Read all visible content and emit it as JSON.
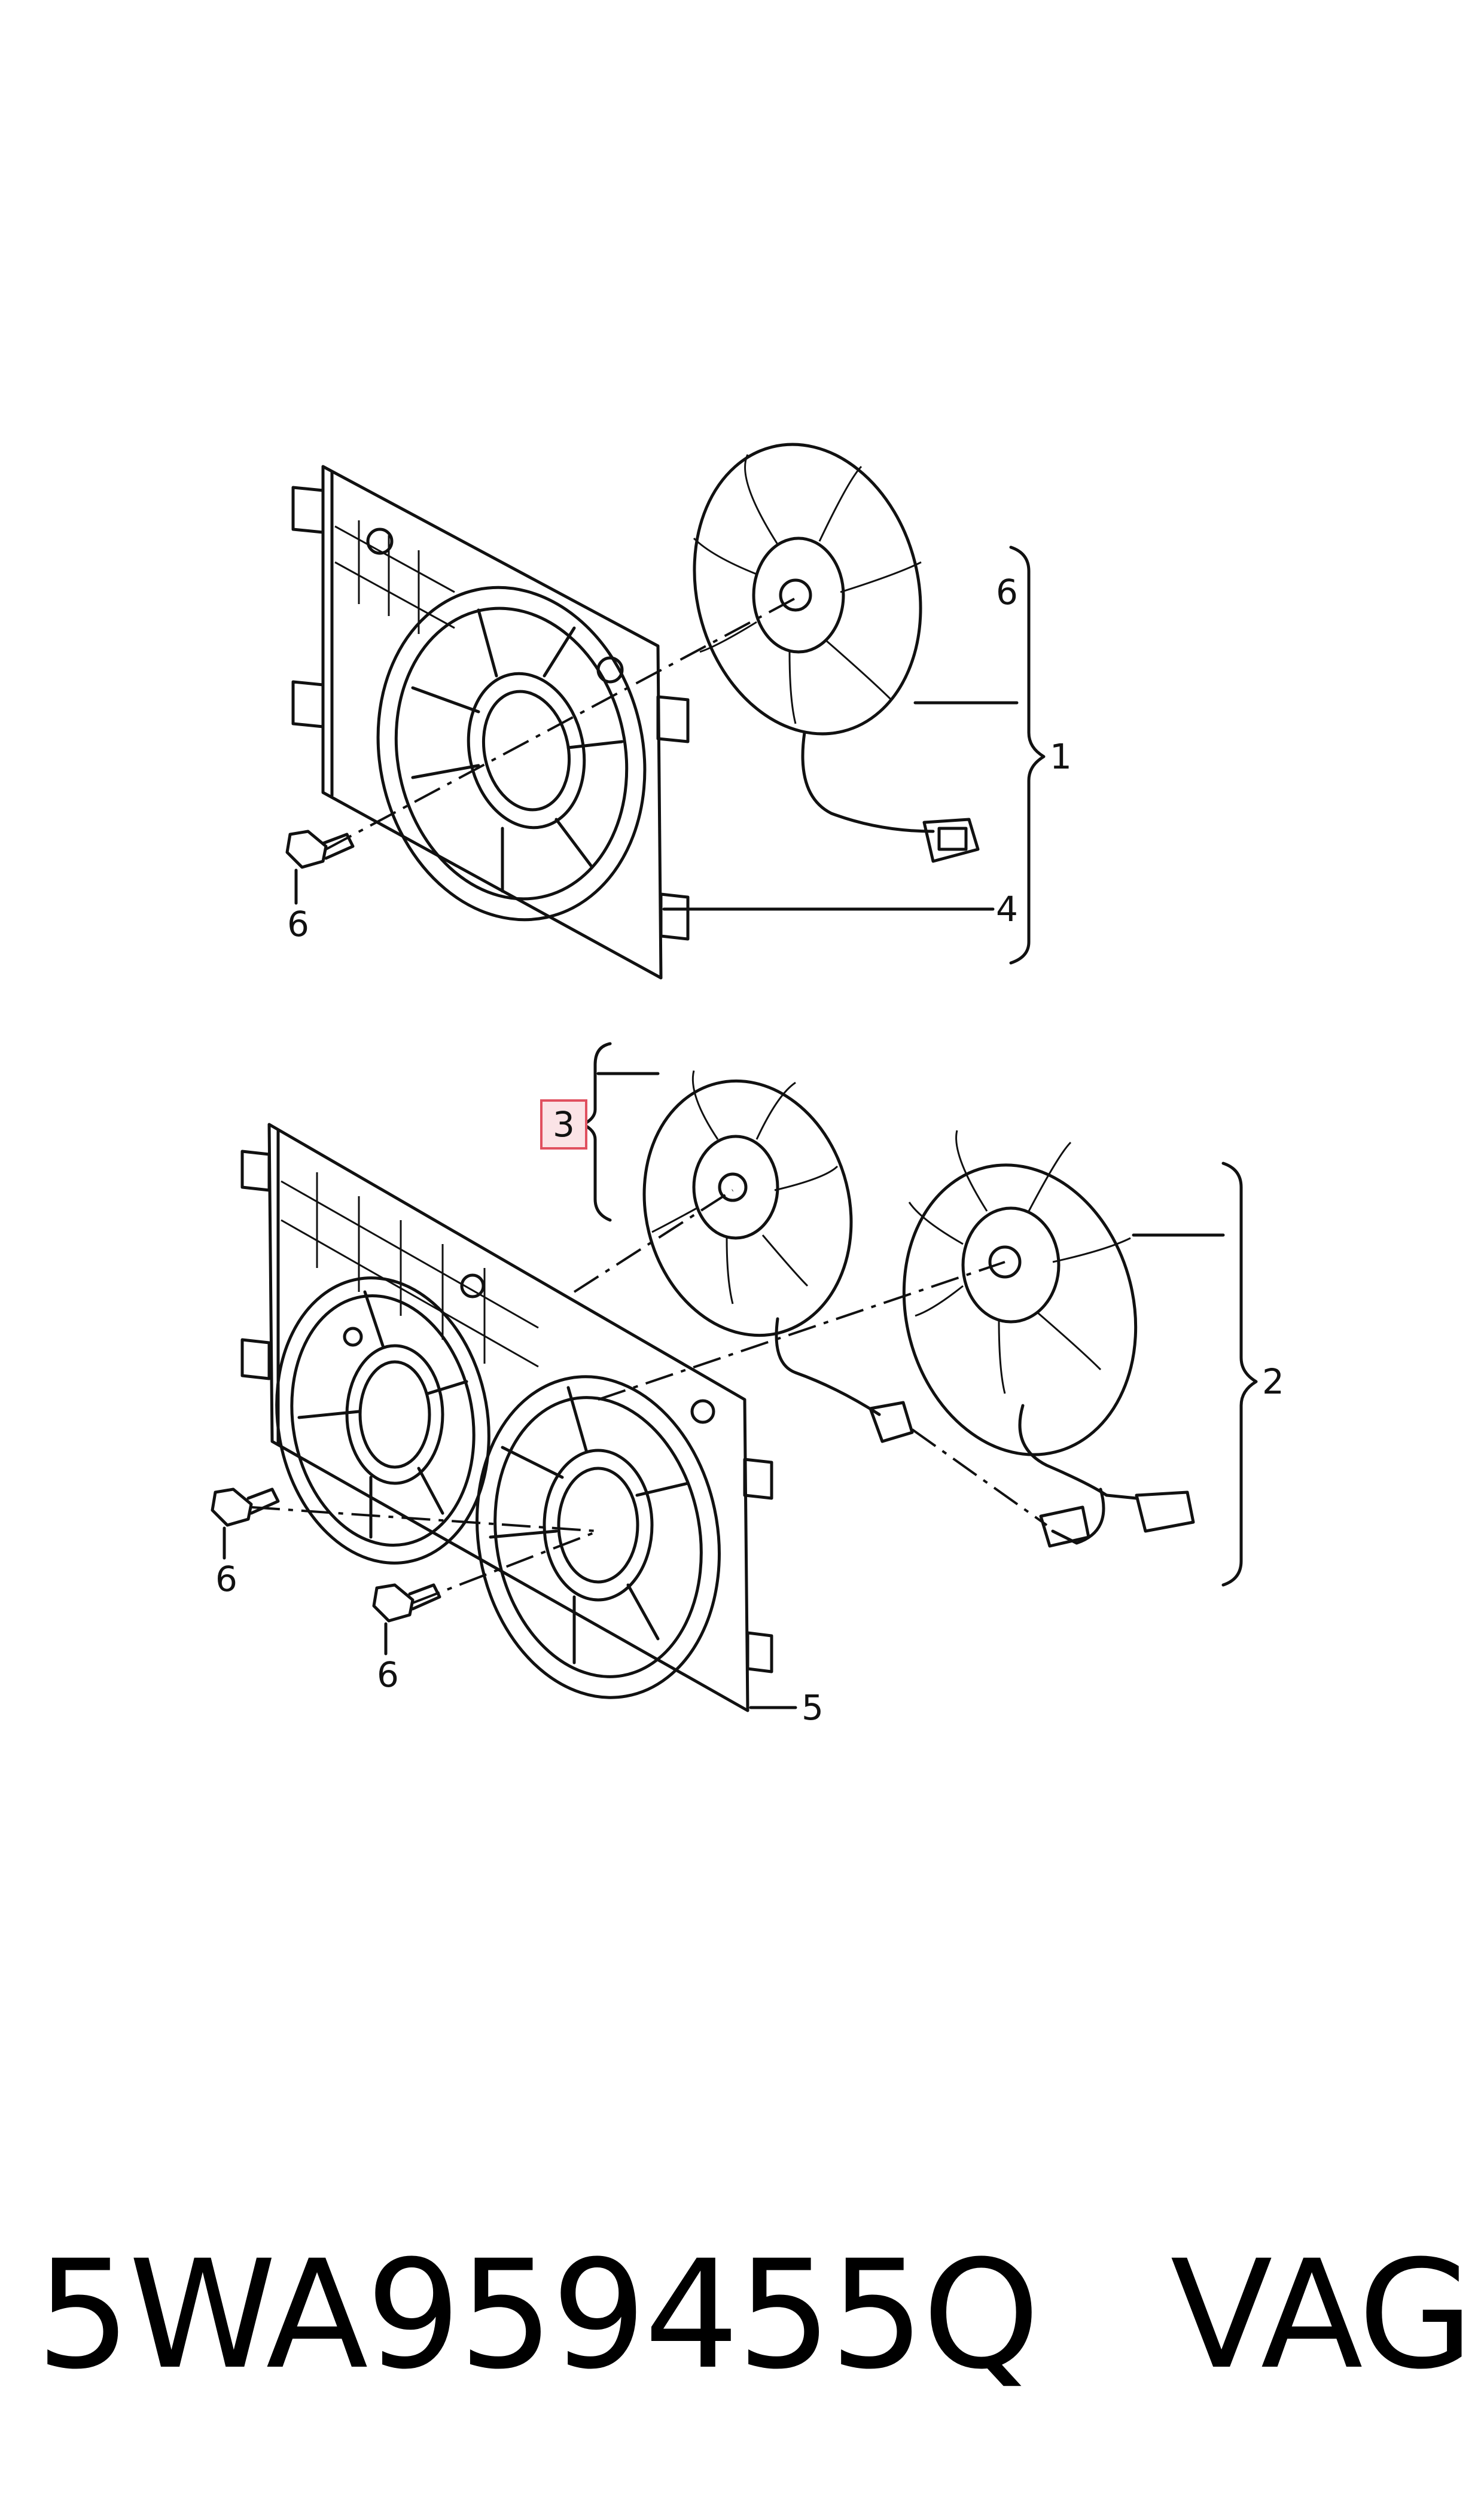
{
  "callouts": {
    "upper": {
      "bracket_6": "6",
      "group_1": "1",
      "bolt_6": "6",
      "shroud_4": "4"
    },
    "lower": {
      "fan_3": "3",
      "group_2": "2",
      "bolt_left_6": "6",
      "bolt_right_6": "6",
      "shroud_5": "5"
    }
  },
  "highlight": {
    "item": "3",
    "color": "#e0505f"
  },
  "caption": {
    "part_number": "5WA959455Q",
    "brand": "VAG"
  }
}
